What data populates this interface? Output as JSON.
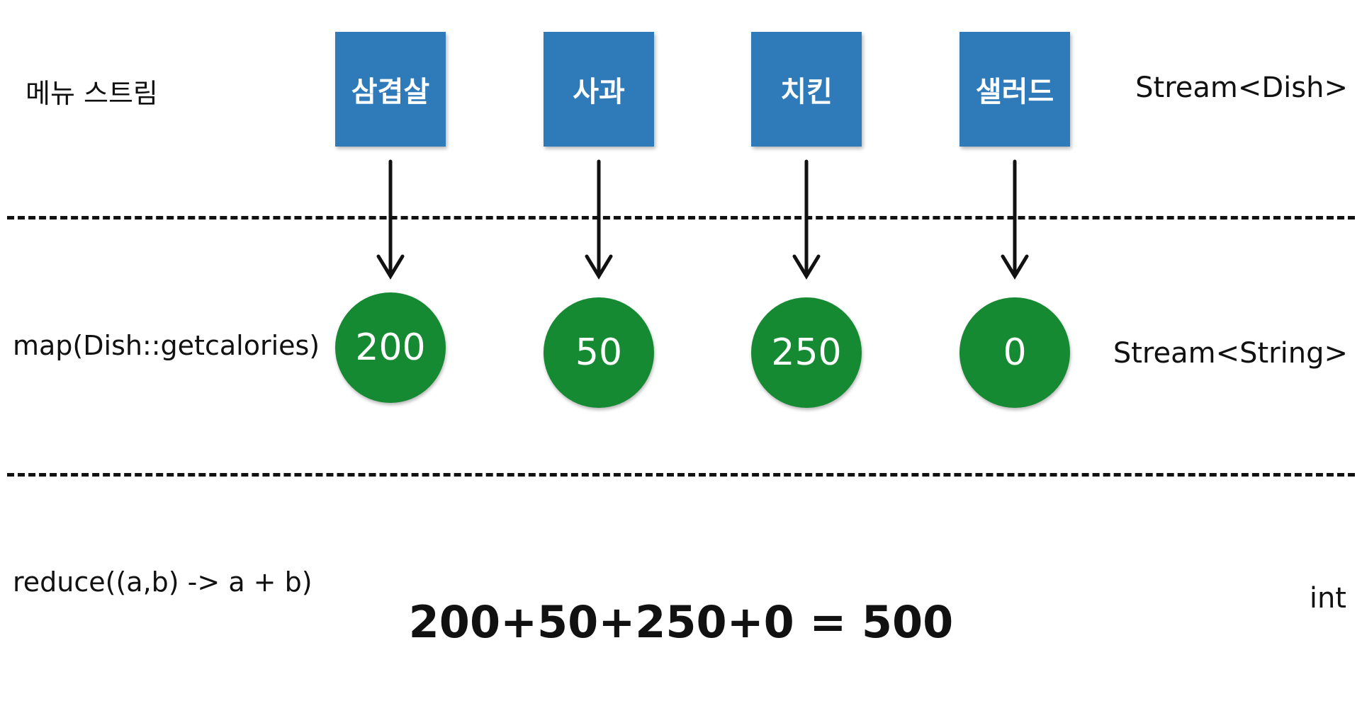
{
  "rows": {
    "menu": {
      "label": "메뉴 스트림",
      "type_label": "Stream<Dish>",
      "items": [
        "삼겹살",
        "사과",
        "치킨",
        "샐러드"
      ]
    },
    "map": {
      "label": "map(Dish::getcalories)",
      "type_label": "Stream<String>",
      "values": [
        "200",
        "50",
        "250",
        "0"
      ]
    },
    "reduce": {
      "label": "reduce((a,b) -> a + b)",
      "type_label": "int",
      "equation": "200+50+250+0 = 500"
    }
  },
  "colors": {
    "dish_box": "#2f7ab8",
    "calorie_circle": "#168a33",
    "line": "#111111"
  }
}
